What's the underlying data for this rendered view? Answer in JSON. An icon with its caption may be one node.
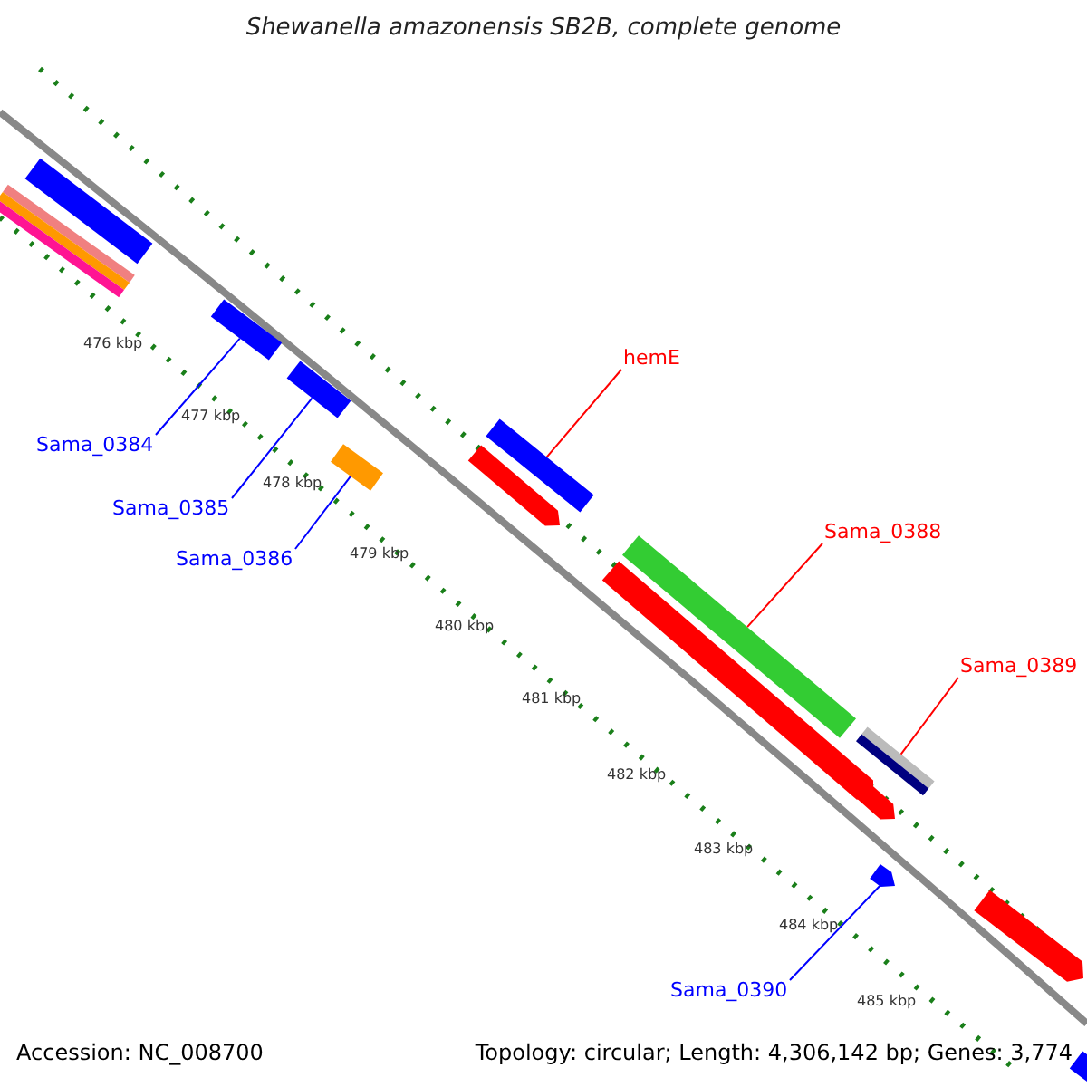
{
  "diagram": {
    "title": "Shewanella amazonensis SB2B, complete genome",
    "nodes": [
      {
        "text": [
          "Sama_0384"
        ]
      },
      {
        "text": [
          "Sama_0385"
        ]
      },
      {
        "text": [
          "Sama_0386"
        ]
      },
      {
        "text": [
          "hemE"
        ]
      },
      {
        "text": [
          "Sama_0388"
        ]
      },
      {
        "text": [
          "Sama_0389"
        ]
      },
      {
        "text": [
          "Sama_0390"
        ]
      },
      {
        "text": [],
        "shape": "bar"
      },
      {
        "text": [],
        "shape": "bar"
      },
      {
        "text": [],
        "shape": "bar"
      },
      {
        "text": [],
        "shape": "bar"
      },
      {
        "text": [],
        "shape": "bar"
      },
      {
        "text": [],
        "shape": "bar"
      },
      {
        "text": [],
        "shape": "bar"
      },
      {
        "text": [],
        "shape": "bar"
      },
      {
        "text": [],
        "shape": "bar"
      },
      {
        "text": [],
        "shape": "bar"
      },
      {
        "text": [],
        "shape": "bar"
      },
      {
        "text": [],
        "shape": "bar"
      },
      {
        "text": [],
        "shape": "bar"
      },
      {
        "text": [],
        "shape": "bar"
      }
    ],
    "edges": [
      {
        "from": 0,
        "to": 7,
        "arrow": "none"
      },
      {
        "from": 1,
        "to": 8,
        "arrow": "none"
      },
      {
        "from": 2,
        "to": 9,
        "arrow": "none"
      },
      {
        "from": 3,
        "to": 10,
        "arrow": "none",
        "color": "#ff0000"
      },
      {
        "from": 4,
        "to": 11,
        "arrow": "none",
        "color": "#ff0000"
      },
      {
        "from": 5,
        "to": 12,
        "arrow": "none",
        "color": "#ff0000"
      },
      {
        "from": 6,
        "to": 13,
        "arrow": "none"
      }
    ],
    "labels": [
      "476 kbp",
      "477 kbp",
      "478 kbp",
      "479 kbp",
      "480 kbp",
      "481 kbp",
      "482 kbp",
      "483 kbp",
      "484 kbp",
      "485 kbp",
      "Accession: NC_008700",
      "Topology: circular; Length: 4,306,142 bp; Genes: 3,774"
    ]
  }
}
